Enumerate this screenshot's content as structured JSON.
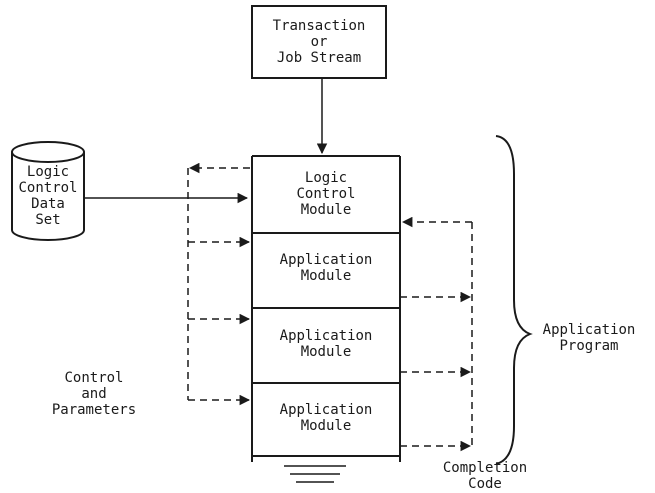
{
  "transaction_box": {
    "lines": [
      "Transaction",
      "or",
      "Job Stream"
    ]
  },
  "data_set": {
    "lines": [
      "Logic",
      "Control",
      "Data",
      "Set"
    ]
  },
  "logic_control_module": {
    "lines": [
      "Logic",
      "Control",
      "Module"
    ]
  },
  "application_modules": [
    {
      "lines": [
        "Application",
        "Module"
      ]
    },
    {
      "lines": [
        "Application",
        "Module"
      ]
    },
    {
      "lines": [
        "Application",
        "Module"
      ]
    }
  ],
  "control_parameters": {
    "lines": [
      "Control",
      "and",
      "Parameters"
    ]
  },
  "application_program": {
    "lines": [
      "Application",
      "Program"
    ]
  },
  "completion_code": {
    "lines": [
      "Completion",
      "Code"
    ]
  }
}
